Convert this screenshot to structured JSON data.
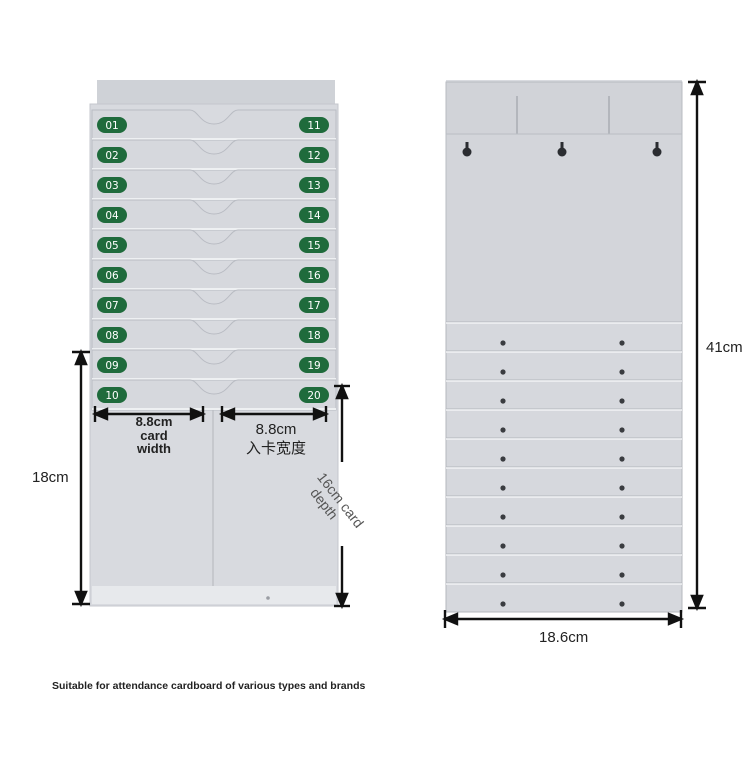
{
  "dimensions": {
    "card_width_left": "8.8cm",
    "card_width_left_sub": "card",
    "card_width_left_sub2": "width",
    "card_width_right": "8.8cm",
    "card_width_right_cn": "入卡宽度",
    "card_depth": "16cm card",
    "card_depth_sub": "depth",
    "front_height": "18cm",
    "total_height": "41cm",
    "total_width": "18.6cm"
  },
  "slots_left": [
    "01",
    "02",
    "03",
    "04",
    "05",
    "06",
    "07",
    "08",
    "09",
    "10"
  ],
  "slots_right": [
    "11",
    "12",
    "13",
    "14",
    "15",
    "16",
    "17",
    "18",
    "19",
    "20"
  ],
  "caption": "Suitable for attendance cardboard of various types and brands",
  "colors": {
    "plastic": "#d6d8dd",
    "plastic_dark": "#b9bcc3",
    "badge_green": "#1f6b3c",
    "dimension_line": "#111111"
  }
}
